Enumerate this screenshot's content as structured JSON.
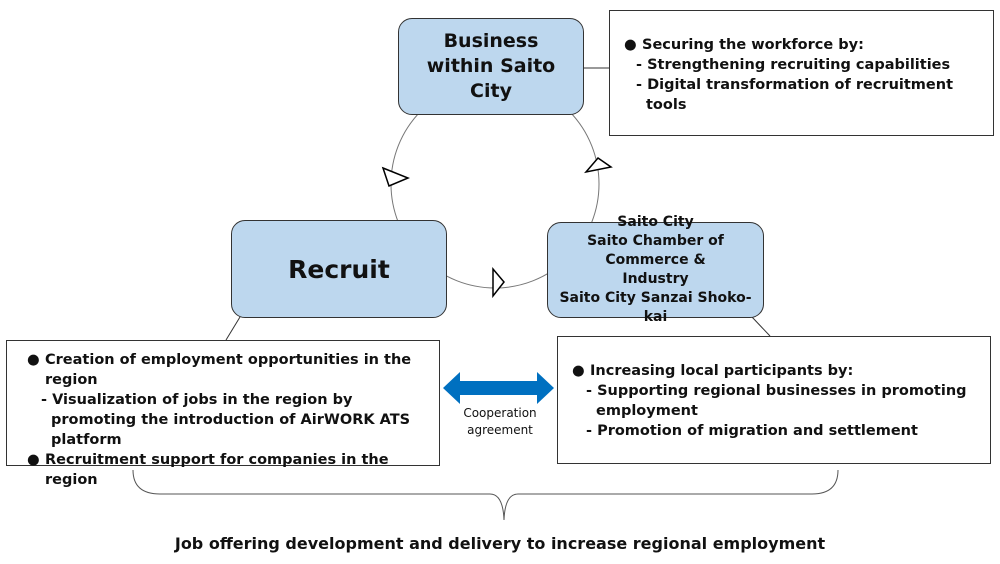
{
  "nodes": {
    "business": "Business within Saito City",
    "recruit": "Recruit",
    "saito": [
      "Saito City",
      "Saito Chamber of Commerce & Industry",
      "Saito City Sanzai Shoko-kai"
    ]
  },
  "business_box": {
    "bullet": "Securing the workforce by:",
    "subs": [
      "- Strengthening recruiting capabilities",
      "- Digital transformation of recruitment tools"
    ]
  },
  "recruit_box": {
    "bullet1": "Creation of employment opportunities in the region",
    "sub1": "- Visualization of jobs in the region by promoting the introduction of AirWORK ATS platform",
    "bullet2": "Recruitment support for companies in the region"
  },
  "saito_box": {
    "bullet": "Increasing local participants by:",
    "subs": [
      "- Supporting regional businesses in promoting employment",
      "- Promotion of migration and settlement"
    ]
  },
  "cooperation": "Cooperation agreement",
  "footer": "Job offering development and delivery to increase regional employment",
  "colors": {
    "node": "#bdd7ee",
    "arrow": "#0070c0"
  }
}
